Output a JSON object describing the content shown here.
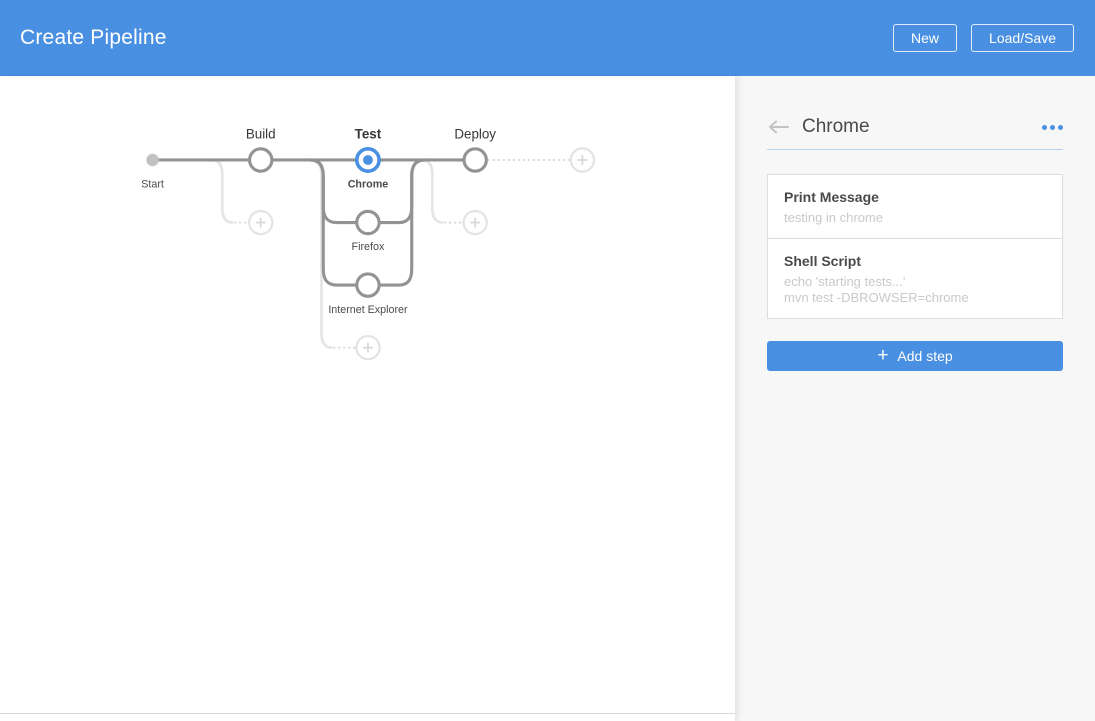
{
  "header": {
    "title": "Create Pipeline",
    "new_button": "New",
    "load_save_button": "Load/Save"
  },
  "graph": {
    "start_label": "Start",
    "stages": [
      {
        "label": "Build",
        "selected": false
      },
      {
        "label": "Test",
        "selected": true,
        "branches": [
          "Chrome",
          "Firefox",
          "Internet Explorer"
        ],
        "selected_branch": "Chrome"
      },
      {
        "label": "Deploy",
        "selected": false
      }
    ],
    "icons": {
      "add_stage": "plus-icon",
      "add_branch": "plus-icon"
    }
  },
  "panel": {
    "title": "Chrome",
    "steps": [
      {
        "name": "Print Message",
        "detail_lines": [
          "testing in chrome"
        ]
      },
      {
        "name": "Shell Script",
        "detail_lines": [
          "echo 'starting tests...'",
          "mvn test -DBROWSER=chrome"
        ]
      }
    ],
    "add_step_label": "Add step",
    "add_step_plus": "+"
  },
  "colors": {
    "accent_blue": "#4a90e2",
    "line_gray": "#949393",
    "light_gray": "#e5e5e5",
    "panel_bg": "#f7f7f8",
    "divider_blue": "#b9d2ec",
    "detail_text": "#c9c9c9"
  }
}
